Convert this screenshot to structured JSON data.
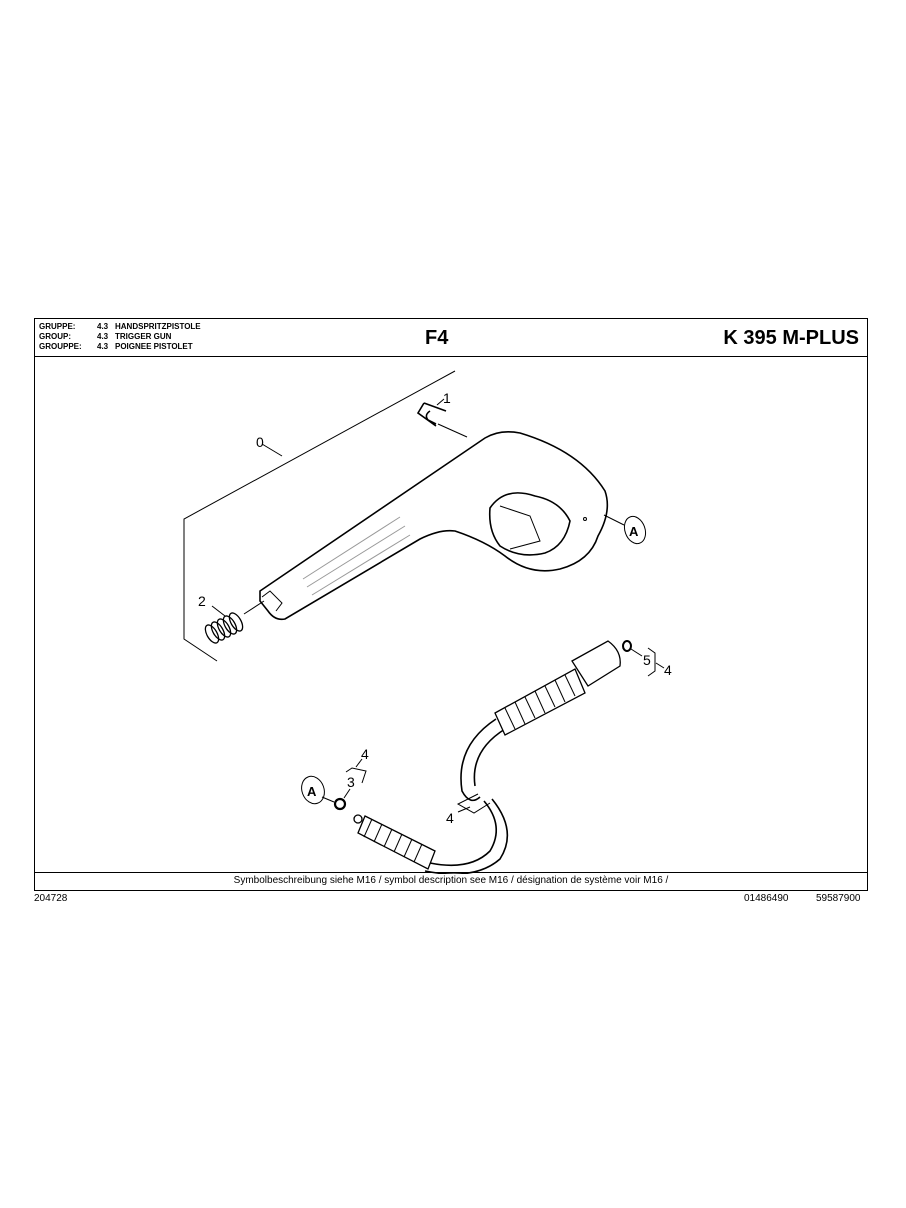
{
  "header": {
    "group_rows": [
      {
        "key": "GRUPPE:",
        "number": "4.3",
        "name": "HANDSPRITZPISTOLE"
      },
      {
        "key": "GROUP:",
        "number": "4.3",
        "name": "TRIGGER GUN"
      },
      {
        "key": "GROUPPE:",
        "number": "4.3",
        "name": "POIGNEE PISTOLET"
      }
    ],
    "sheet_code": "F4",
    "model": "K 395 M-PLUS"
  },
  "drawing": {
    "callouts": {
      "frame": "0",
      "clip": "1",
      "spring": "2",
      "oring_left": "3",
      "hose_bracket_left": "4",
      "hose_middle": "4",
      "oring_right": "5",
      "hose_bracket_right": "4",
      "connector_gun": "A",
      "connector_hose": "A"
    }
  },
  "footer": {
    "symbol_note": "Symbolbeschreibung siehe M16 / symbol description see M16 / désignation de système voir M16 /",
    "drawing_number": "204728",
    "doc_number_1": "01486490",
    "doc_number_2": "59587900"
  }
}
